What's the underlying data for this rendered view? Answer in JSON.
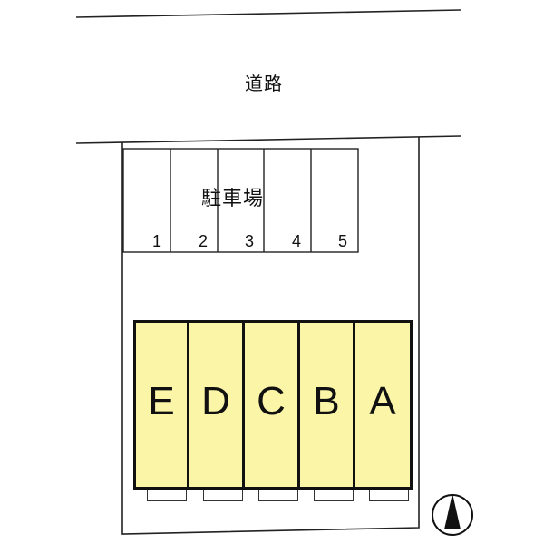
{
  "road": {
    "label": "道路"
  },
  "parking": {
    "label": "駐車場",
    "slots": [
      {
        "number": "1"
      },
      {
        "number": "2"
      },
      {
        "number": "3"
      },
      {
        "number": "4"
      },
      {
        "number": "5"
      }
    ]
  },
  "buildings": {
    "fill_color": "#fbf5a8",
    "units": [
      {
        "letter": "E"
      },
      {
        "letter": "D"
      },
      {
        "letter": "C"
      },
      {
        "letter": "B"
      },
      {
        "letter": "A"
      }
    ]
  },
  "compass": {
    "icon": "north-arrow-icon"
  }
}
